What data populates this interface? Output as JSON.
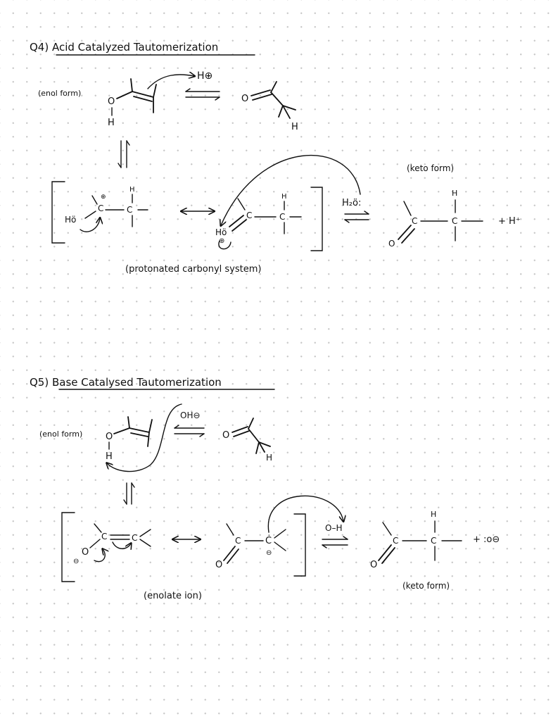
{
  "q4": {
    "heading": "Q4) Acid Catalyzed Tautomerization",
    "enol_label": "(enol form)",
    "keto_label": "(keto form)",
    "system_label": "(protonated carbonyl system)",
    "h_plus": "H⊕",
    "O": "O",
    "H": "H",
    "C": "C",
    "HO": "Hö",
    "h2o": "H₂ö:",
    "charge_plus": "⊕",
    "plus_hplus": "+ H⁺"
  },
  "q5": {
    "heading": "Q5) Base Catalysed Tautomerization",
    "enol_label": "(enol form)",
    "keto_label": "(keto form)",
    "enolate_label": "(enolate ion)",
    "oh_minus": "OH⊖",
    "O": "O",
    "H": "H",
    "C": "C",
    "carbanion": "Ċ",
    "O_H": "O–H",
    "minus": "⊖",
    "plus_oh": "+ :o⊖"
  }
}
